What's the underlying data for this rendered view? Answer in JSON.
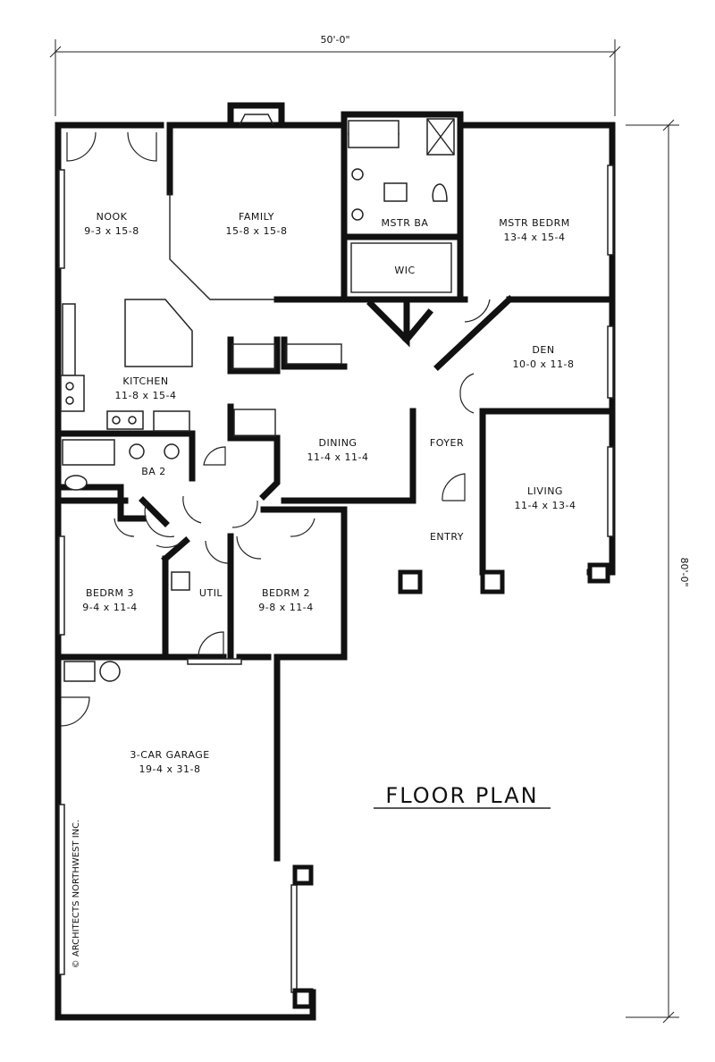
{
  "plan": {
    "title": "FLOOR PLAN",
    "width_dimension": "50'-0\"",
    "depth_dimension": "80'-0\"",
    "credit": "© ARCHITECTS NORTHWEST INC."
  },
  "rooms": {
    "nook": {
      "name": "NOOK",
      "size": "9-3 x 15-8"
    },
    "family": {
      "name": "FAMILY",
      "size": "15-8 x 15-8"
    },
    "master_bath": {
      "name": "MSTR BA"
    },
    "wic": {
      "name": "WIC"
    },
    "master_bed": {
      "name": "MSTR BEDRM",
      "size": "13-4 x 15-4"
    },
    "kitchen": {
      "name": "KITCHEN",
      "size": "11-8 x 15-4"
    },
    "den": {
      "name": "DEN",
      "size": "10-0 x 11-8"
    },
    "bath2": {
      "name": "BA 2"
    },
    "dining": {
      "name": "DINING",
      "size": "11-4 x 11-4"
    },
    "foyer": {
      "name": "FOYER"
    },
    "living": {
      "name": "LIVING",
      "size": "11-4 x 13-4"
    },
    "entry": {
      "name": "ENTRY"
    },
    "bedrm3": {
      "name": "BEDRM 3",
      "size": "9-4 x 11-4"
    },
    "util": {
      "name": "UTIL"
    },
    "bedrm2": {
      "name": "BEDRM 2",
      "size": "9-8 x 11-4"
    },
    "garage": {
      "name": "3-CAR GARAGE",
      "size": "19-4 x 31-8"
    }
  }
}
